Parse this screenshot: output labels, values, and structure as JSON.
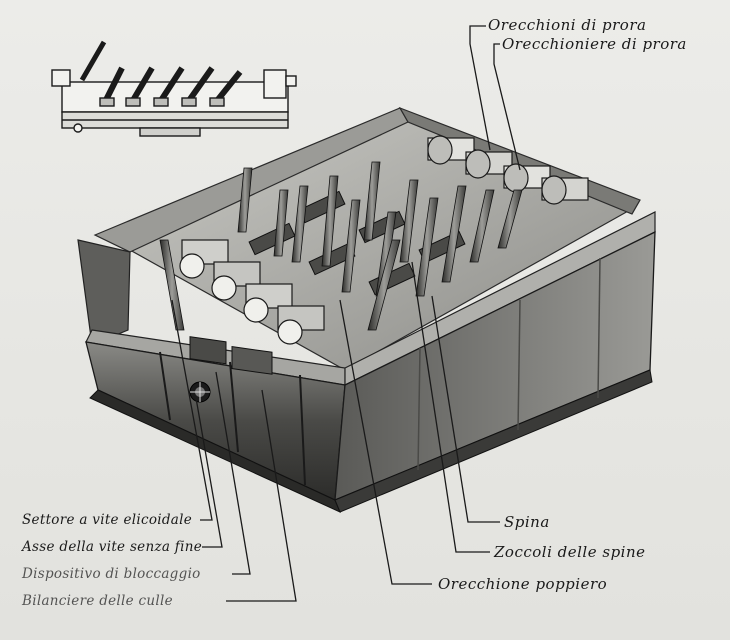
{
  "labels": {
    "orecchioni_di_prora": "Orecchioni di prora",
    "orecchioniere_di_prora": "Orecchioniere di prora",
    "spina": "Spina",
    "zoccoli_delle_spine": "Zoccoli delle spine",
    "orecchione_poppiero": "Orecchione poppiero",
    "settore_vite": "Settore a vite elicoidale",
    "asse_vite": "Asse della vite senza fine",
    "dispositivo_bloccaggio": "Dispositivo di bloccaggio",
    "bilanciere_culle": "Bilanciere delle culle"
  },
  "colors": {
    "paper": "#e9e9e6",
    "ink": "#1a1a1a",
    "steel_dark": "#2b2b2b",
    "steel_mid": "#6d6d6d",
    "steel_light": "#b9b9b5"
  }
}
